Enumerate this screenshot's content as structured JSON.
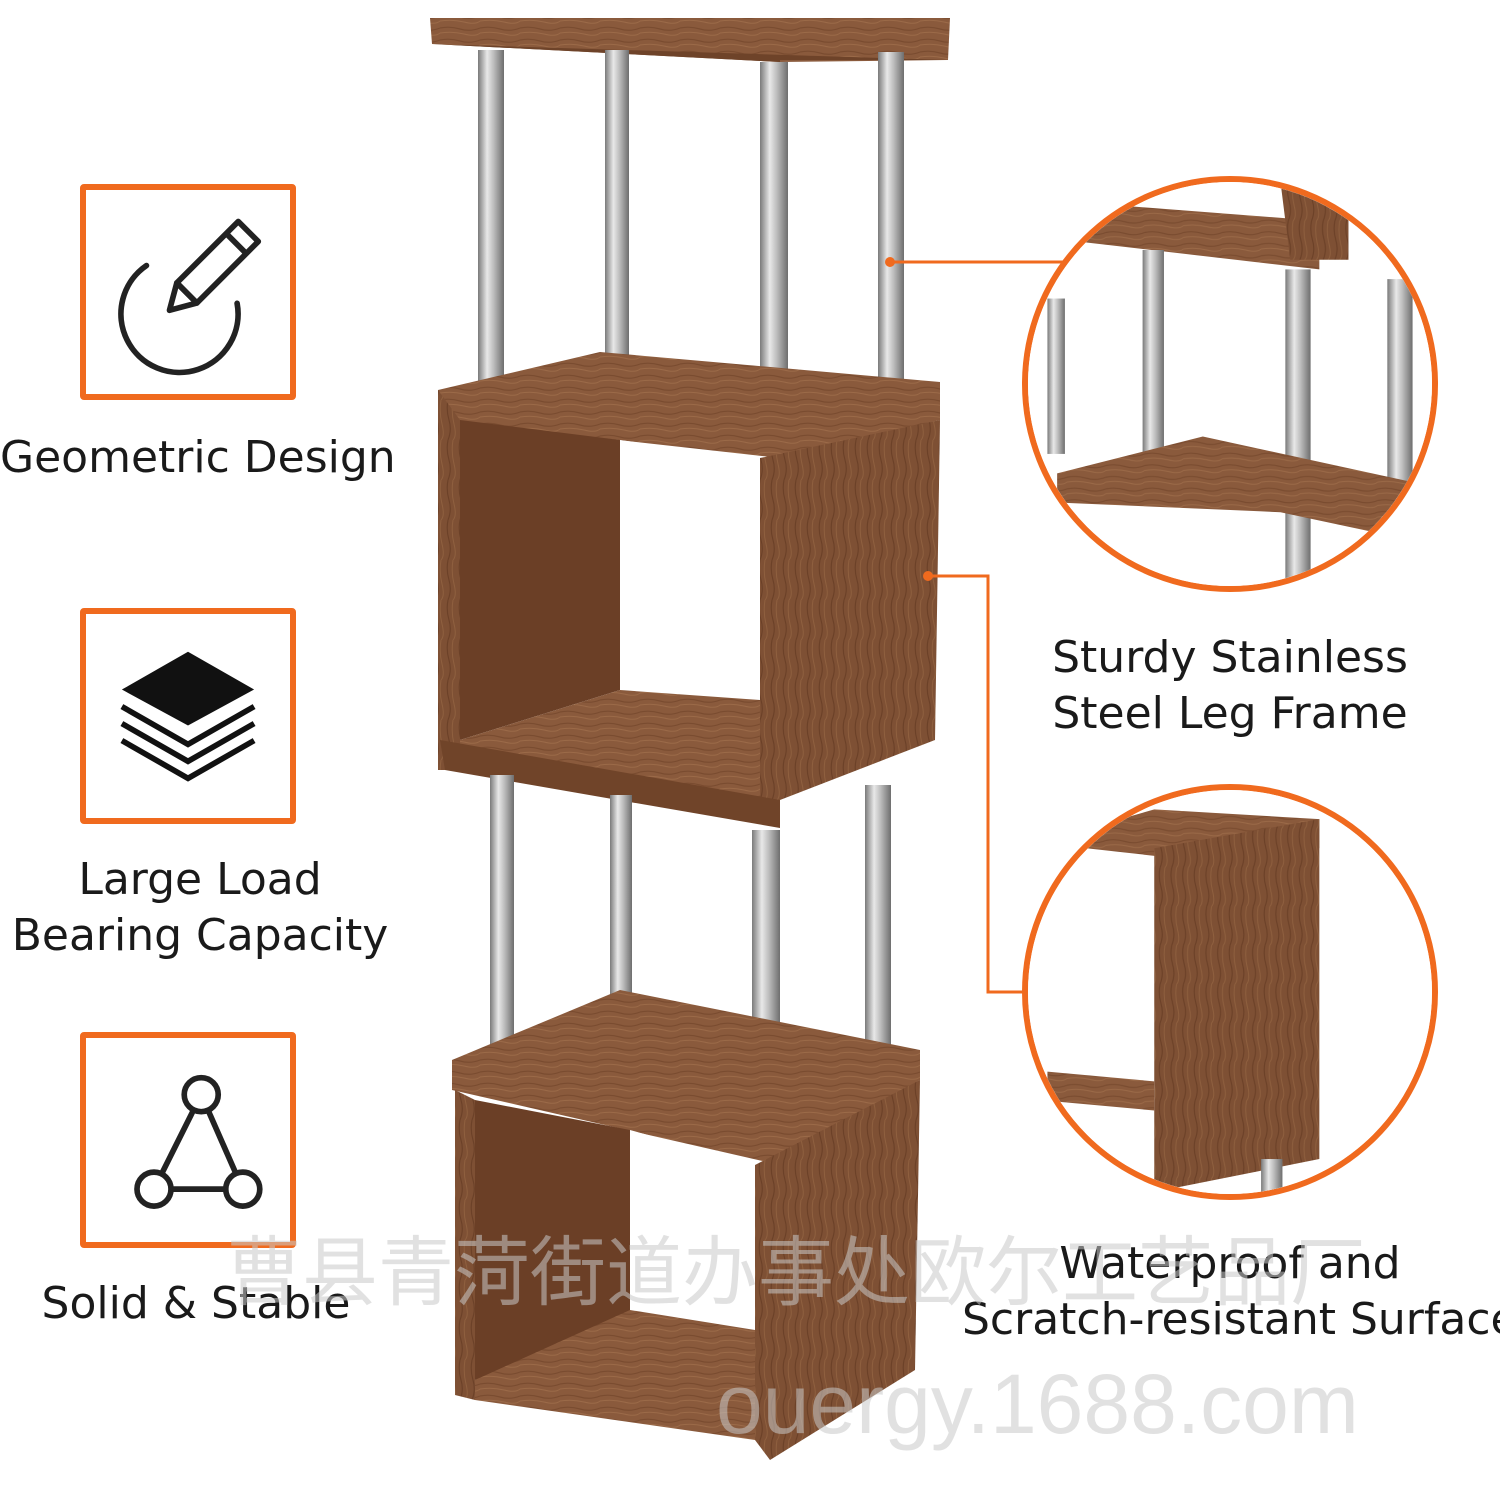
{
  "features": [
    {
      "label": "Geometric Design",
      "icon": "pencil-circle-icon"
    },
    {
      "label_lines": [
        "Large Load",
        "Bearing Capacity"
      ],
      "icon": "stacked-layers-icon"
    },
    {
      "label": "Solid & Stable",
      "icon": "triangle-nodes-icon"
    }
  ],
  "callouts": [
    {
      "label_lines": [
        "Sturdy Stainless",
        "Steel Leg Frame"
      ]
    },
    {
      "label_lines": [
        "Waterproof and",
        "Scratch-resistant Surface"
      ]
    }
  ],
  "watermarks": {
    "chinese": "曹县青菏街道办事处欧尔工艺品厂",
    "url": "ouergy.1688.com"
  },
  "colors": {
    "accent": "#f06a1e",
    "wood": "#8b5a3a",
    "steel": "#b8b8b8"
  }
}
